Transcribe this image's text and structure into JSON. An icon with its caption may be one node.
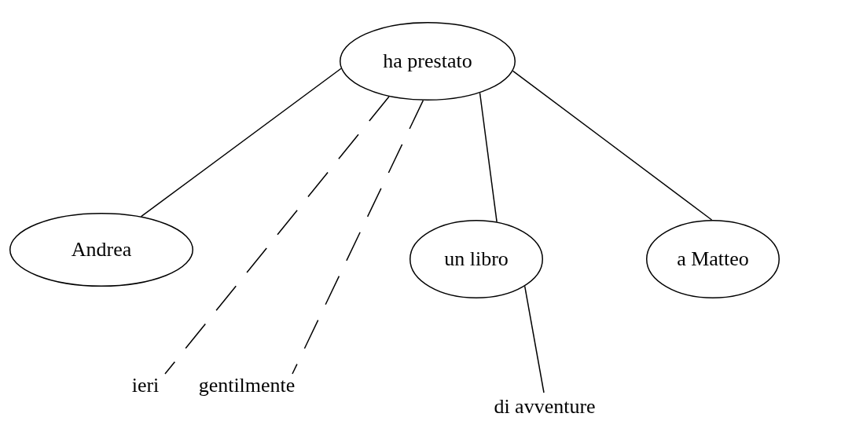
{
  "diagram": {
    "nodes": [
      {
        "text": [
          "ha prestato"
        ]
      },
      {
        "text": [
          "Andrea"
        ]
      },
      {
        "text": [
          "un libro"
        ]
      },
      {
        "text": [
          "a Matteo"
        ]
      },
      {
        "text": [
          "ieri"
        ]
      },
      {
        "text": [
          "gentilmente"
        ]
      },
      {
        "text": [
          "di avventure"
        ]
      }
    ],
    "edges": [
      {
        "from": 0,
        "to": 1,
        "arrow": "none"
      },
      {
        "from": 0,
        "to": 4,
        "arrow": "none",
        "style": "dashed"
      },
      {
        "from": 0,
        "to": 5,
        "arrow": "none",
        "style": "dashed"
      },
      {
        "from": 0,
        "to": 2,
        "arrow": "none"
      },
      {
        "from": 0,
        "to": 3,
        "arrow": "none"
      },
      {
        "from": 2,
        "to": 6,
        "arrow": "none"
      }
    ]
  }
}
